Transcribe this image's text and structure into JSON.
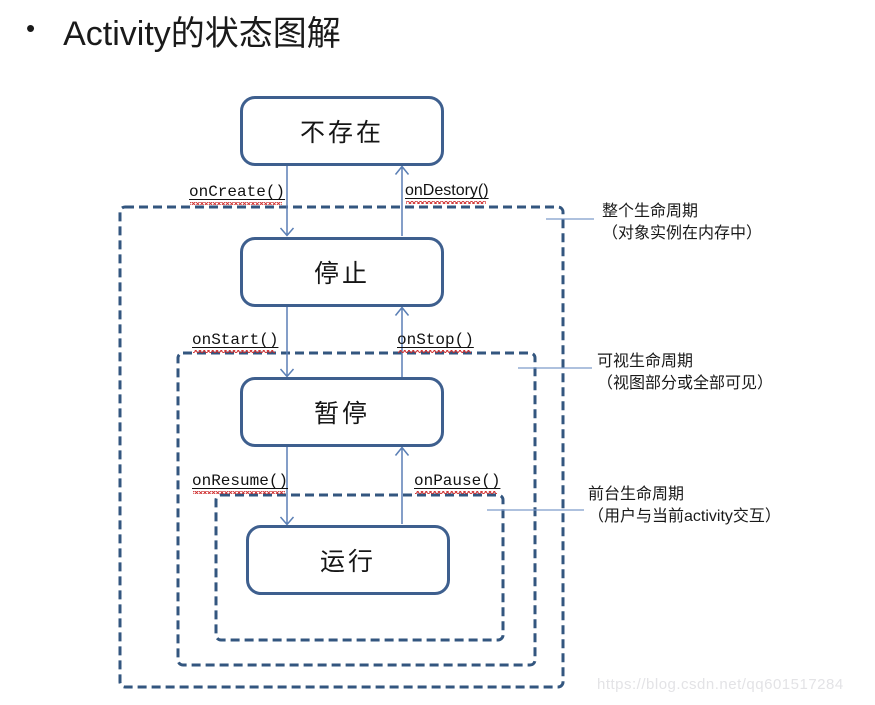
{
  "page": {
    "title_bullet": "•",
    "title": "Activity的状态图解",
    "watermark": "https://blog.csdn.net/qq601517284"
  },
  "states": [
    {
      "id": "not-exist",
      "label": "不存在"
    },
    {
      "id": "stopped",
      "label": "停止"
    },
    {
      "id": "paused",
      "label": "暂停"
    },
    {
      "id": "running",
      "label": "运行"
    }
  ],
  "transitions": [
    {
      "id": "oncreate",
      "label": "onCreate()"
    },
    {
      "id": "ondestory",
      "label": "onDestory()"
    },
    {
      "id": "onstart",
      "label": "onStart()"
    },
    {
      "id": "onstop",
      "label": "onStop()"
    },
    {
      "id": "onresume",
      "label": "onResume()"
    },
    {
      "id": "onpause",
      "label": "onPause()"
    }
  ],
  "annotations": [
    {
      "id": "entire-lifecycle",
      "line1": "整个生命周期",
      "line2": "（对象实例在内存中）"
    },
    {
      "id": "visible-lifecycle",
      "line1": "可视生命周期",
      "line2": "（视图部分或全部可见）"
    },
    {
      "id": "foreground-lifecycle",
      "line1": "前台生命周期",
      "line2": "（用户与当前activity交互）"
    }
  ],
  "colors": {
    "box_border": "#3E5F8E",
    "dashed_border": "#33567F",
    "arrow": "#5B7FB5",
    "leader_line": "#7D9CC9",
    "spellcheck_wave": "#CD2828",
    "text": "#1A1A1A",
    "watermark": "#E3E3E6"
  }
}
